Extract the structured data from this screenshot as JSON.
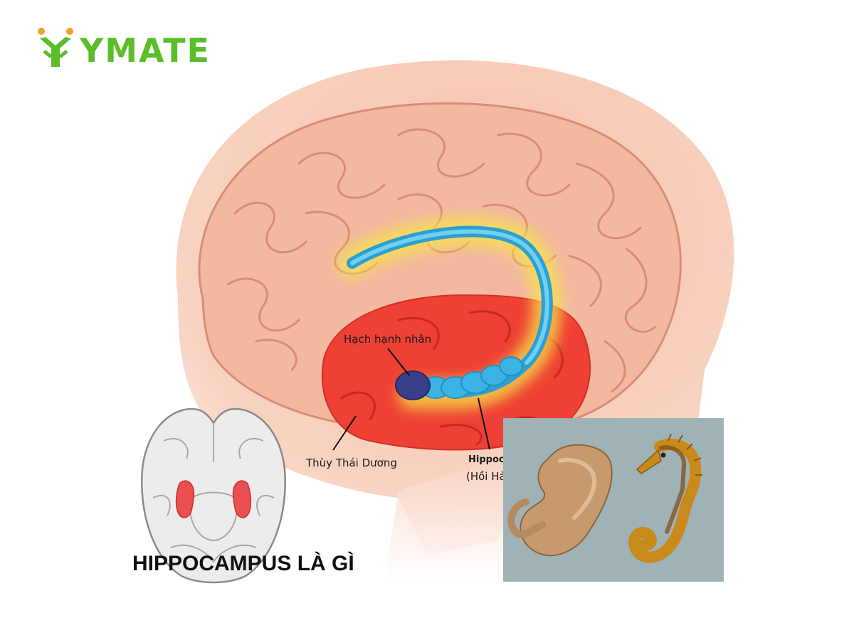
{
  "brand": {
    "name": "YMATE",
    "color": "#5cbd2a",
    "dot_color": "#f0a12a"
  },
  "title": "HIPPOCAMPUS LÀ GÌ",
  "labels": {
    "amygdala": "Hạch hạnh nhân",
    "temporal_lobe": "Thùy Thái Dương",
    "hippocampus": "Hippocampus",
    "hippocampus_vi": "(Hồi Hải mã)"
  },
  "colors": {
    "head": "#f6c9b3",
    "brain": "#f2b59d",
    "brain_line": "#d98d74",
    "temporal": "#ef3f33",
    "hippocampus": "#3fb3dd",
    "glow": "#f7e74a",
    "amygdala": "#3a3f8c",
    "photo_bg": "#9cb0b4"
  }
}
